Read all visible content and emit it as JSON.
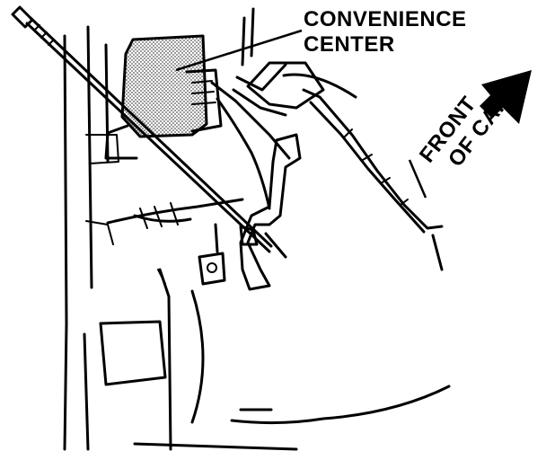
{
  "labels": {
    "convenience_line1": "CONVENIENCE",
    "convenience_line2": "CENTER",
    "front_line1": "FRONT",
    "front_line2": "OF CAR"
  },
  "colors": {
    "ink": "#000000",
    "paper": "#ffffff",
    "stipple": "#8a8a8a"
  },
  "icons": {
    "direction_arrow": "arrow-up-right-icon"
  }
}
